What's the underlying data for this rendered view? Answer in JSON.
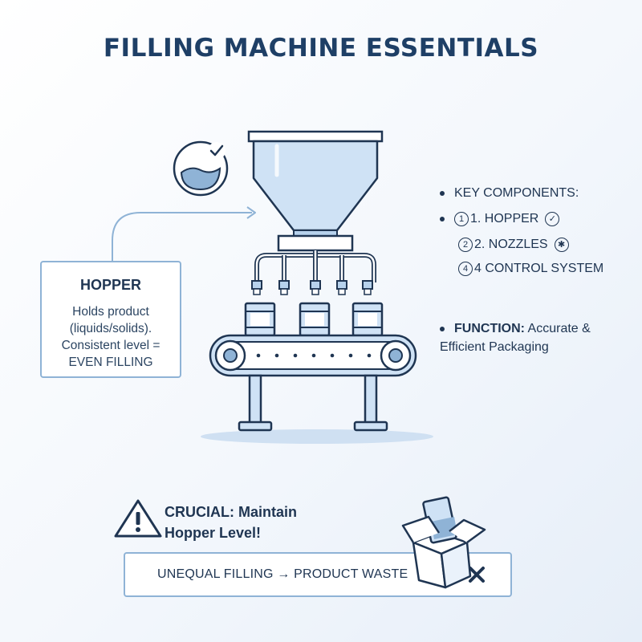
{
  "title": "FILLING MACHINE ESSENTIALS",
  "hopper_callout": {
    "heading": "HOPPER",
    "description": "Holds product (liquids/solids). Consistent level = EVEN FILLING"
  },
  "key_components": {
    "heading": "KEY COMPONENTS:",
    "items": [
      {
        "number": "1",
        "label": "1. HOPPER",
        "status_icon": "check-circle-icon",
        "status_glyph": "✓"
      },
      {
        "number": "2",
        "label": "2. NOZZLES",
        "status_icon": "asterisk-circle-icon",
        "status_glyph": "✱"
      },
      {
        "number": "4",
        "label": "4 CONTROL SYSTEM"
      }
    ]
  },
  "function": {
    "label": "FUNCTION:",
    "text": "Accurate & Efficient Packaging"
  },
  "warning": {
    "line1": "CRUCIAL: Maintain",
    "line2": "Hopper Level!"
  },
  "waste_note": "UNEQUAL FILLING → PRODUCT WASTE",
  "colors": {
    "navy": "#1f3552",
    "light_blue": "#cfe2f5",
    "mid_blue": "#8fb3d6",
    "accent_blue": "#4f86c0"
  }
}
